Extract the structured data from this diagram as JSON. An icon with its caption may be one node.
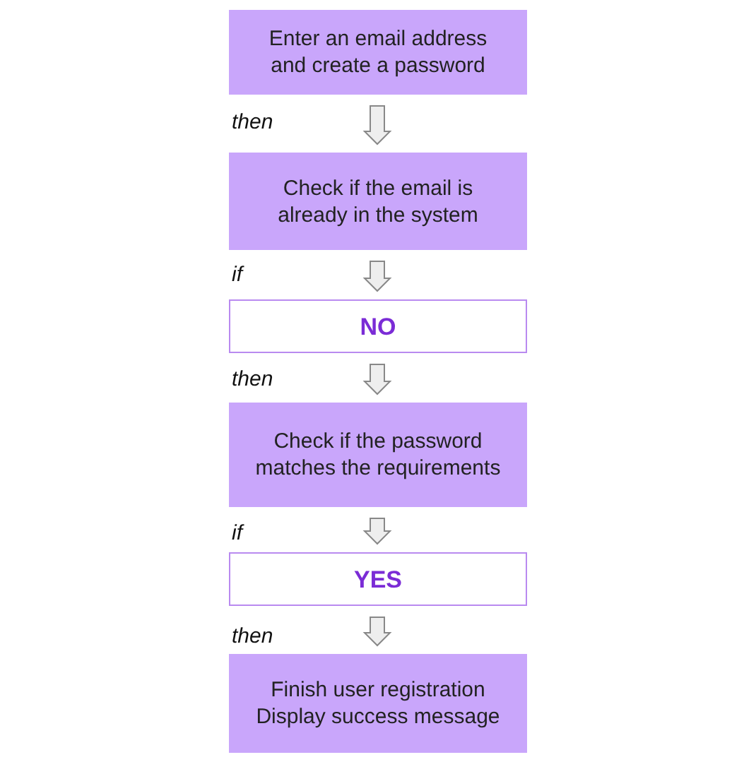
{
  "diagram": {
    "nodes": [
      {
        "text": [
          "Enter an email address and create a password"
        ]
      },
      {
        "text": [
          "Check if the email is already in the system"
        ]
      },
      {
        "text": [
          "NO"
        ]
      },
      {
        "text": [
          "Check if the password matches the requirements"
        ]
      },
      {
        "text": [
          "YES"
        ]
      },
      {
        "text": [
          "Finish user registration Display success message"
        ]
      }
    ],
    "edges": [
      {
        "from": 0,
        "to": 1,
        "arrow": "to"
      },
      {
        "from": 1,
        "to": 2,
        "arrow": "to"
      },
      {
        "from": 2,
        "to": 3,
        "arrow": "to"
      },
      {
        "from": 3,
        "to": 4,
        "arrow": "to"
      },
      {
        "from": 4,
        "to": 5,
        "arrow": "to"
      }
    ],
    "labels": [
      "then",
      "if",
      "then",
      "if",
      "then"
    ]
  }
}
